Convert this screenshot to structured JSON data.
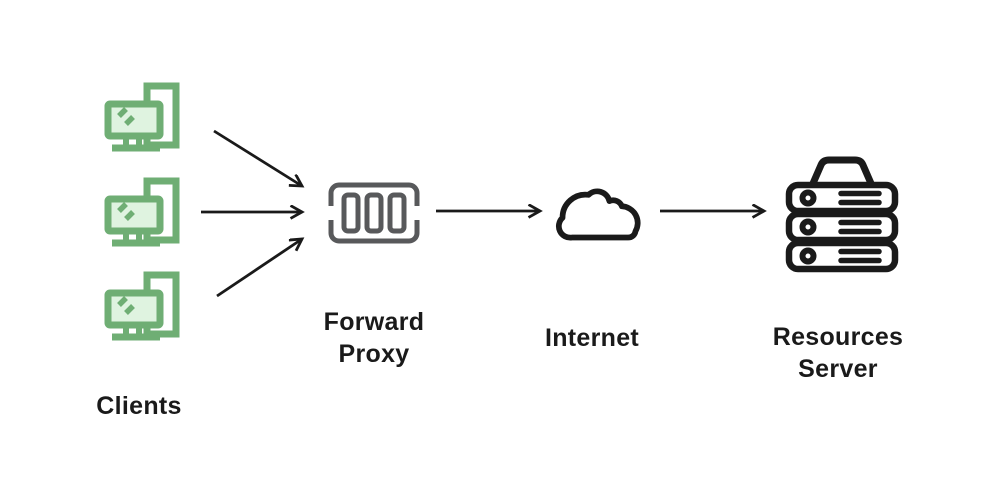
{
  "diagram": {
    "type": "network-architecture-diagram",
    "nodes": [
      {
        "id": "clients",
        "label": "Clients",
        "icon": "client-workstation-icon",
        "icon_count": 3
      },
      {
        "id": "forward-proxy",
        "label": "Forward\nProxy",
        "icon": "proxy-box-icon"
      },
      {
        "id": "internet",
        "label": "Internet",
        "icon": "cloud-icon"
      },
      {
        "id": "resources-server",
        "label": "Resources\nServer",
        "icon": "server-stack-icon"
      }
    ],
    "connections": [
      {
        "from": "client-1",
        "to": "forward-proxy"
      },
      {
        "from": "client-2",
        "to": "forward-proxy"
      },
      {
        "from": "client-3",
        "to": "forward-proxy"
      },
      {
        "from": "forward-proxy",
        "to": "internet"
      },
      {
        "from": "internet",
        "to": "resources-server"
      }
    ]
  },
  "colors": {
    "client_stroke": "#6FAE74",
    "client_screen_fill": "#DFF3E0",
    "proxy_stroke": "#58595B",
    "ink": "#1A1A1A",
    "background": "#FFFFFF"
  }
}
